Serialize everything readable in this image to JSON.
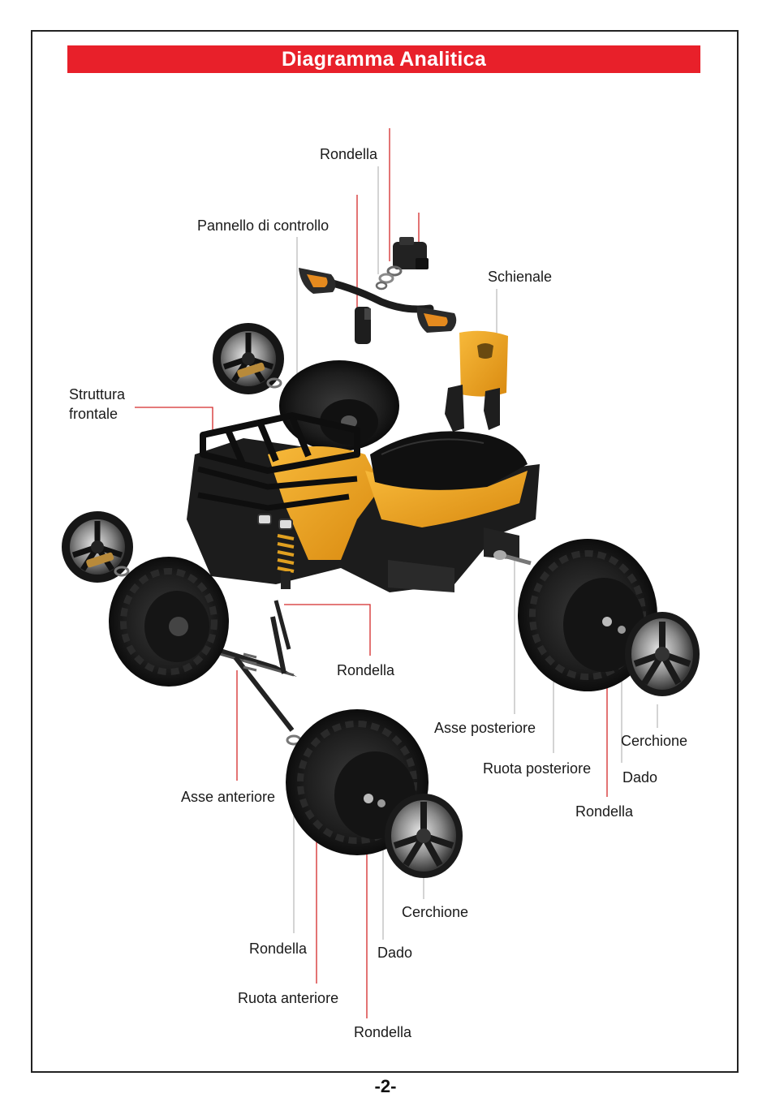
{
  "header": {
    "title": "Diagramma Analitica",
    "title_bg": "#e8202a"
  },
  "labels": {
    "rondella_top": "Rondella",
    "pannello": "Pannello di controllo",
    "schienale": "Schienale",
    "struttura_line1": "Struttura",
    "struttura_line2": "frontale",
    "rondella_mid": "Rondella",
    "asse_posteriore": "Asse posteriore",
    "cerchione_right": "Cerchione",
    "ruota_posteriore": "Ruota posteriore",
    "dado_right": "Dado",
    "rondella_right": "Rondella",
    "asse_anteriore": "Asse anteriore",
    "cerchione_bottom": "Cerchione",
    "rondella_bottom_left": "Rondella",
    "dado_bottom": "Dado",
    "ruota_anteriore": "Ruota anteriore",
    "rondella_bottom": "Rondella"
  },
  "leader_colors": {
    "red": "#d42a2a",
    "grey": "#bdbdbd"
  },
  "body_color": "#f2a81c",
  "footer": {
    "page_number": "-2-"
  }
}
